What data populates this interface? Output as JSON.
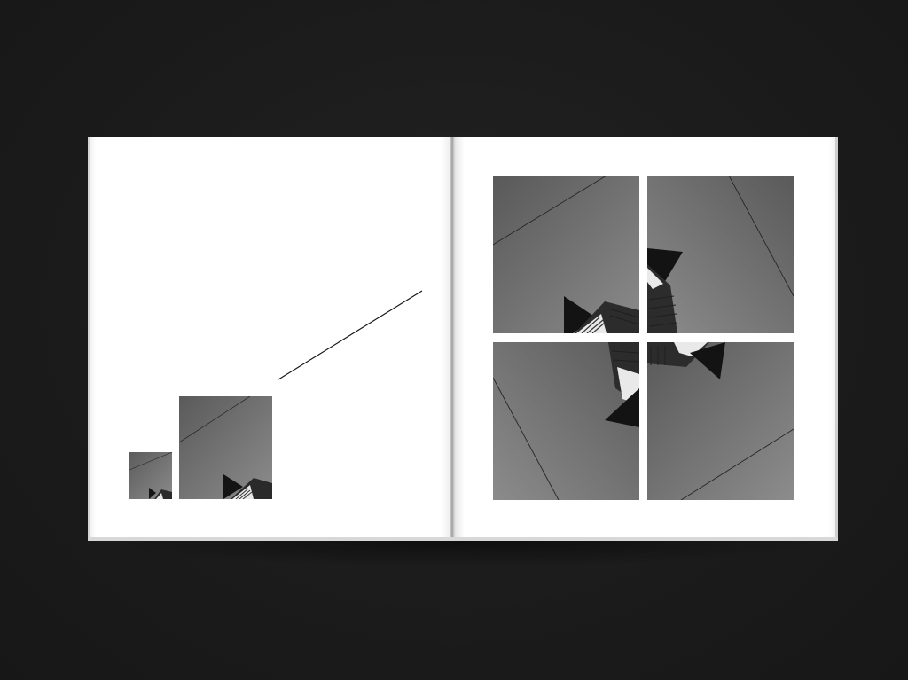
{
  "scene": {
    "background_color": "#1c1c1c",
    "page_color": "#ffffff"
  },
  "left_page": {
    "photos": [
      "architecture-photo-small",
      "architecture-photo-medium"
    ],
    "graphic": "diagonal-line"
  },
  "right_page": {
    "photos": [
      "architecture-photo-top-left",
      "architecture-photo-top-right",
      "architecture-photo-bottom-left",
      "architecture-photo-bottom-right"
    ]
  }
}
